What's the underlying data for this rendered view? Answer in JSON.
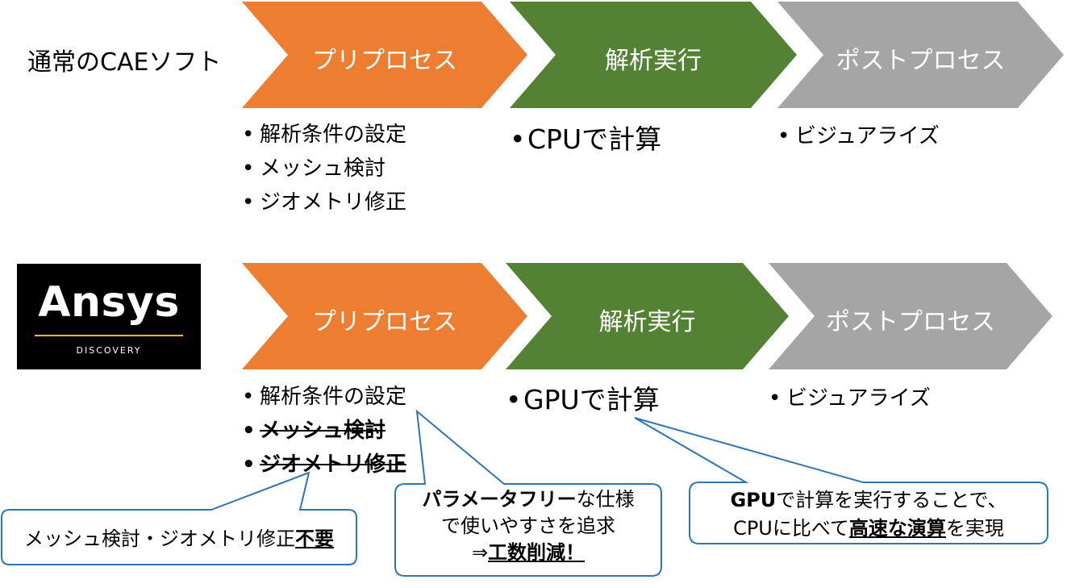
{
  "row1": {
    "title": "通常のCAEソフト",
    "steps": [
      "プリプロセス",
      "解析実行",
      "ポストプロセス"
    ],
    "pre_items": [
      "解析条件の設定",
      "メッシュ検討",
      "ジオメトリ修正"
    ],
    "exec_item": "CPUで計算",
    "post_item": "ビジュアライズ"
  },
  "row2": {
    "logo": {
      "word": "Ansys",
      "sub": "DISCOVERY"
    },
    "steps": [
      "プリプロセス",
      "解析実行",
      "ポストプロセス"
    ],
    "pre_item": "解析条件の設定",
    "pre_struck": [
      "メッシュ検討",
      "ジオメトリ修正"
    ],
    "exec_item": "GPUで計算",
    "post_item": "ビジュアライズ"
  },
  "callouts": {
    "c1": {
      "text": "メッシュ検討・ジオメトリ修正",
      "emph": "不要"
    },
    "c2": {
      "bold": "パラメータフリー",
      "rest1": "な仕様",
      "line2": "で使いやすさを追求",
      "arrow": "⇒",
      "emph": "工数削減！"
    },
    "c3": {
      "bold": "GPU",
      "rest1": "で計算を実行することで、",
      "pre2": "CPUに比べて",
      "emph": "高速な演算",
      "post2": "を実現"
    }
  },
  "colors": {
    "pre": "#ed7d31",
    "exec": "#548235",
    "post": "#a5a5a5",
    "callout_border": "#2e75b6"
  }
}
